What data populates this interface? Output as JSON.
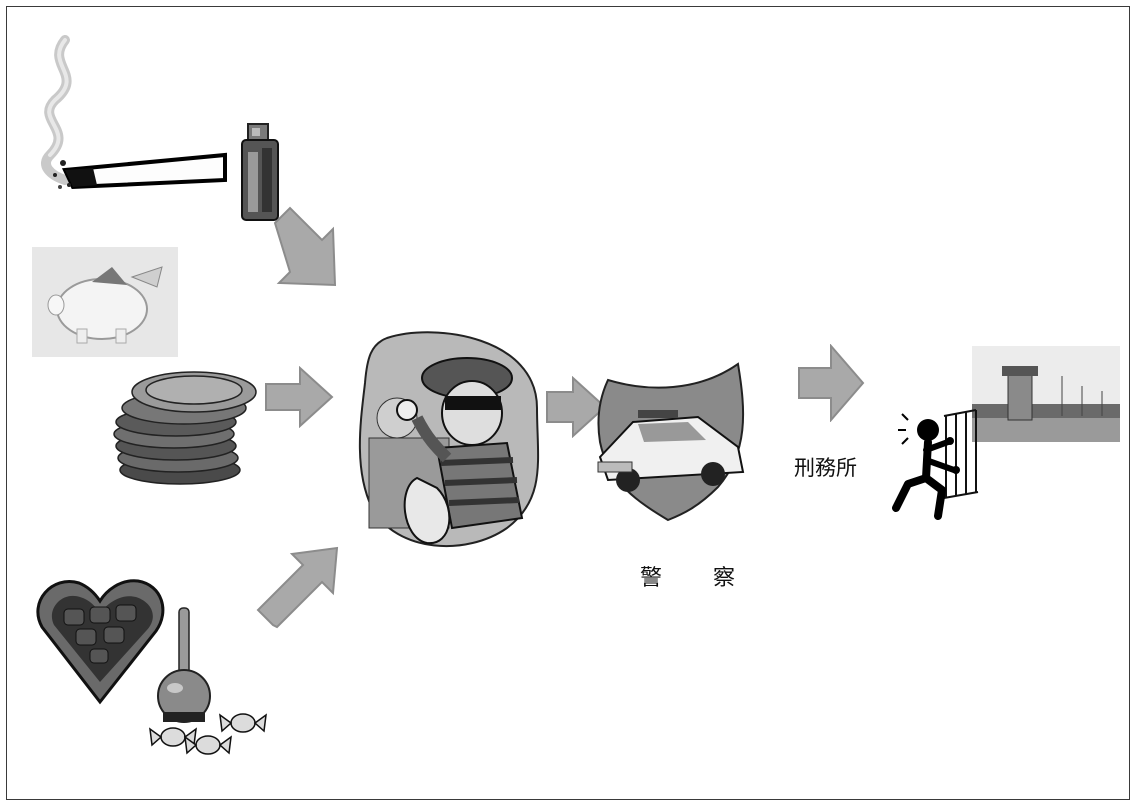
{
  "labels": {
    "police": "警 察",
    "prison": "刑務所"
  },
  "icons": {
    "cigarette": "cigarette-icon",
    "lighter": "lighter-icon",
    "piggy_bank": "piggy-bank-photo",
    "coins": "coin-stack-icon",
    "chocolate_box": "heart-chocolate-box-icon",
    "lollipop": "lollipop-icon",
    "candies": "wrapped-candy-icon",
    "thief": "thief-cartoon",
    "police_car": "police-car-shield-icon",
    "prisoner": "prisoner-behind-bars-icon",
    "prison_photo": "prison-tower-photo"
  },
  "colors": {
    "arrow_fill": "#a9a9a9",
    "arrow_stroke": "#8c8c8c",
    "frame": "#3a3a3a"
  }
}
